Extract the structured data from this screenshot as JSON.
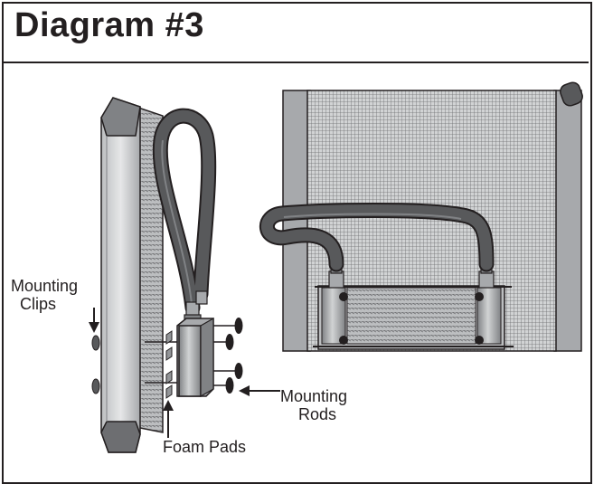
{
  "title": "Diagram #3",
  "labels": {
    "mounting_clips_line1": "Mounting",
    "mounting_clips_line2": "Clips",
    "mounting_rods_line1": "Mounting",
    "mounting_rods_line2": "Rods",
    "foam_pads": "Foam Pads"
  },
  "colors": {
    "outline": "#231f20",
    "frame_gray": "#a7a9ac",
    "core_gray": "#c7c8ca",
    "hose_gray": "#58595b",
    "cooler_gray": "#939598",
    "dark": "#414042"
  }
}
